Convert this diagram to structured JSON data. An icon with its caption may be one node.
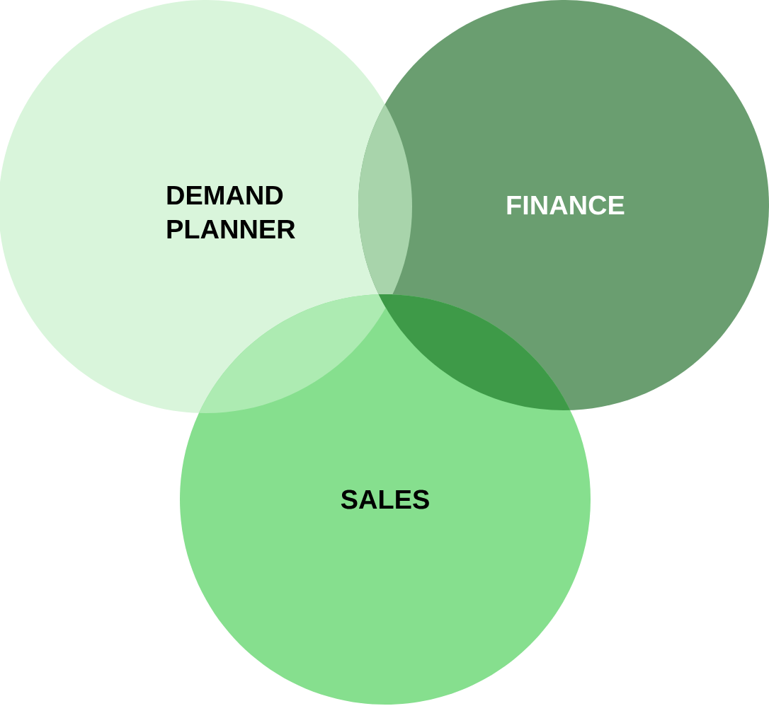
{
  "diagram": {
    "nodes": [
      {
        "text": [
          "DEMAND PLANNER"
        ]
      },
      {
        "text": [
          "FINANCE"
        ]
      },
      {
        "text": [
          "SALES"
        ]
      }
    ]
  }
}
